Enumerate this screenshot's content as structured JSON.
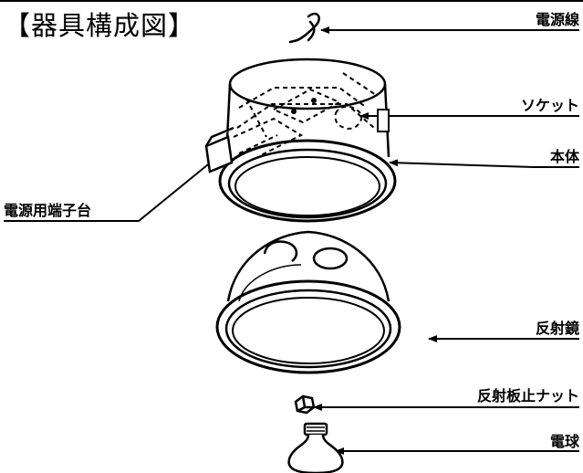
{
  "diagram": {
    "title": "【器具構成図】",
    "labels": {
      "power_cord": "電源線",
      "socket": "ソケット",
      "body": "本体",
      "terminal_block": "電源用端子台",
      "reflector": "反射鏡",
      "reflector_nut": "反射板止ナット",
      "bulb": "電球"
    }
  }
}
